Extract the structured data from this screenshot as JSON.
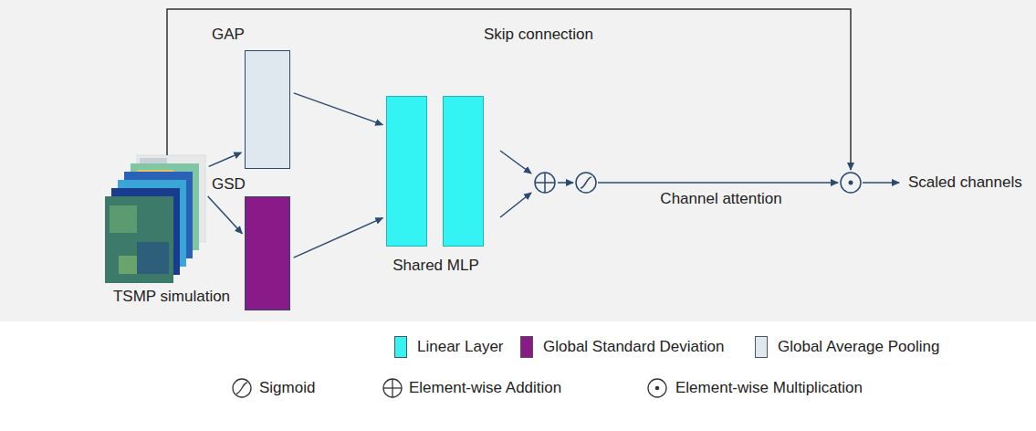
{
  "diagram": {
    "nodes": [
      {
        "text": [
          "TSMP simulation"
        ]
      },
      {
        "text": [
          "GAP"
        ]
      },
      {
        "text": [
          "GSD"
        ]
      },
      {
        "text": [
          "Shared MLP"
        ]
      }
    ],
    "edges": [
      {
        "from": 0,
        "to": 1,
        "arrow": "to"
      },
      {
        "from": 0,
        "to": 2,
        "arrow": "to"
      },
      {
        "from": 1,
        "to": 3,
        "arrow": "to"
      },
      {
        "from": 2,
        "to": 3,
        "arrow": "to"
      }
    ],
    "labels": [
      "Skip connection",
      "Channel attention",
      "Scaled channels"
    ],
    "legend": [
      {
        "text": "Linear Layer",
        "color": "#33f3f3"
      },
      {
        "text": "Global Standard Deviation",
        "color": "#8b1a89"
      },
      {
        "text": "Global Average Pooling",
        "color": "#dfe8ee"
      },
      {
        "text": "Sigmoid"
      },
      {
        "text": "Element-wise Addition"
      },
      {
        "text": "Element-wise Multiplication"
      }
    ]
  }
}
